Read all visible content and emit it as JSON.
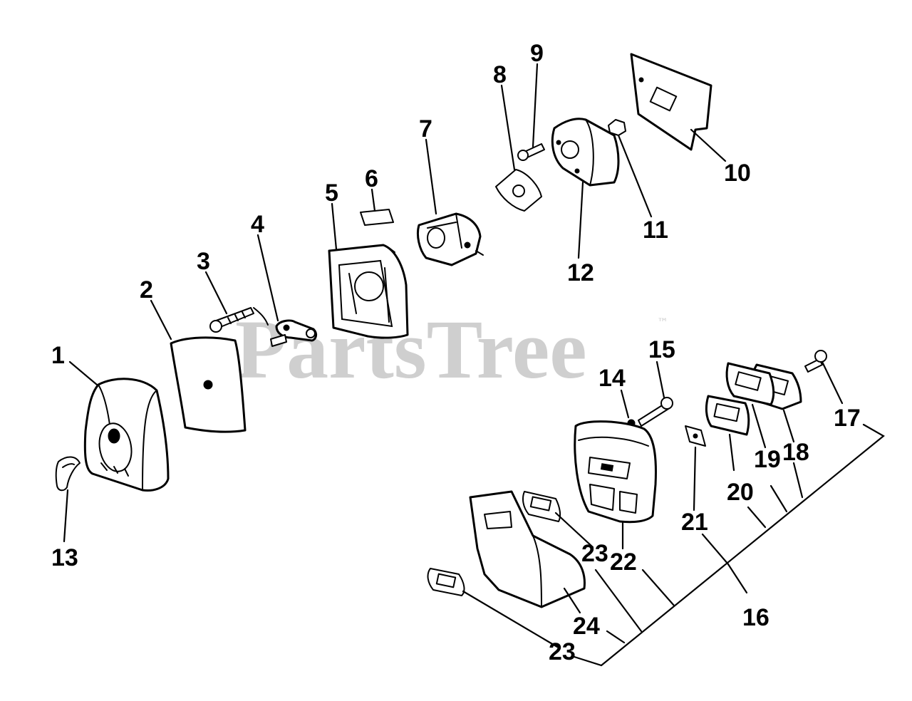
{
  "watermark": {
    "brand": "PartsTree",
    "trademark": "™"
  },
  "callouts": {
    "c1": "1",
    "c2": "2",
    "c3": "3",
    "c4": "4",
    "c5": "5",
    "c6": "6",
    "c7": "7",
    "c8": "8",
    "c9": "9",
    "c10": "10",
    "c11": "11",
    "c12": "12",
    "c13": "13",
    "c14": "14",
    "c15": "15",
    "c16": "16",
    "c17": "17",
    "c18": "18",
    "c19": "19",
    "c20": "20",
    "c21": "21",
    "c22": "22",
    "c23a": "23",
    "c23b": "23",
    "c24": "24"
  },
  "colors": {
    "ink": "#000000",
    "watermark": "#cfcfcf",
    "background": "#ffffff"
  }
}
